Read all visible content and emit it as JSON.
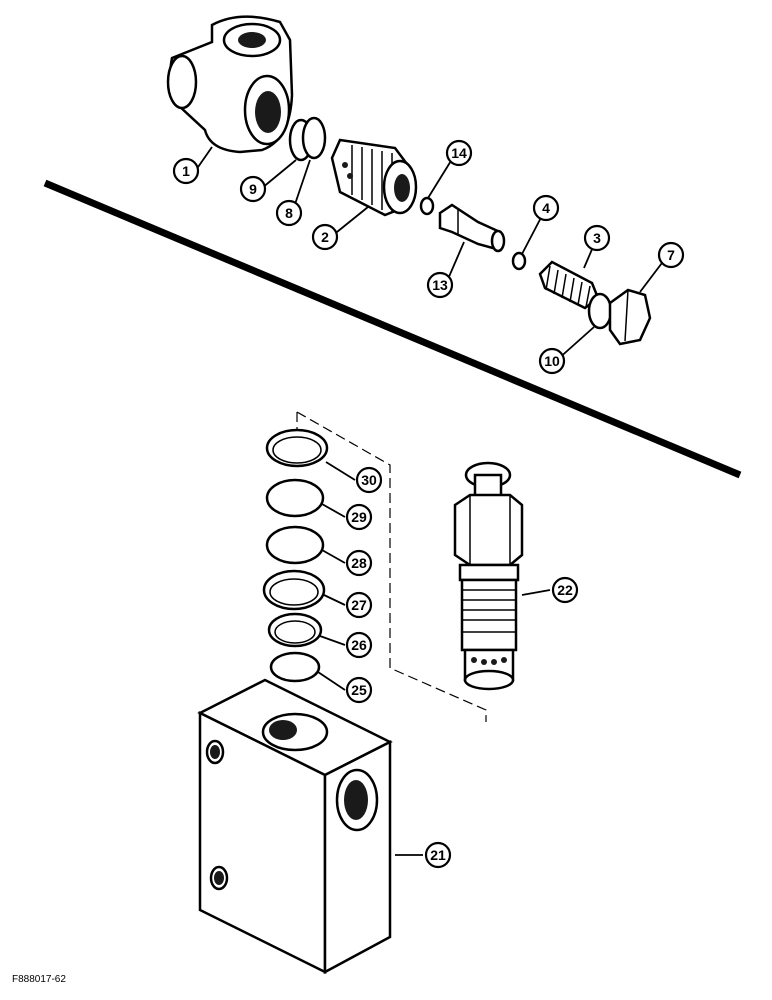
{
  "figure_id": "F888017-62",
  "callouts": {
    "c1": "1",
    "c9": "9",
    "c8": "8",
    "c2": "2",
    "c14": "14",
    "c13": "13",
    "c4": "4",
    "c3": "3",
    "c7": "7",
    "c10": "10",
    "c30": "30",
    "c29": "29",
    "c28": "28",
    "c27": "27",
    "c26": "26",
    "c25": "25",
    "c22": "22",
    "c21": "21"
  }
}
